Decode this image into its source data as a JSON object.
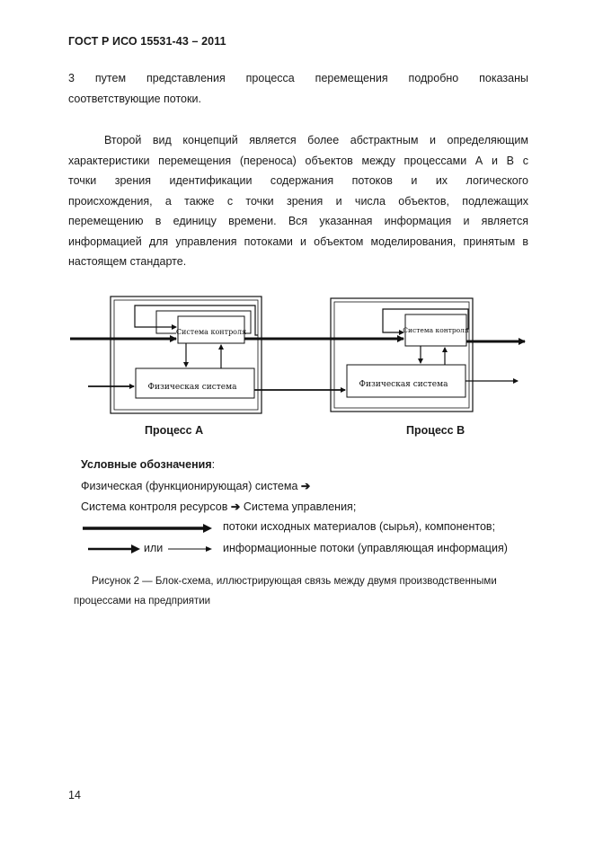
{
  "header": {
    "title": "ГОСТ Р ИСО 15531-43 – 2011"
  },
  "paragraph1": {
    "lines": [
      "3   путем   представления   процесса   перемещения   подробно   показаны",
      "соответствующие потоки."
    ]
  },
  "paragraph2": {
    "lines": [
      "Второй вид концепций является более абстрактным и определяющим",
      "характеристики перемещения (переноса) объектов между процессами А и В с",
      "точки зрения идентификации содержания потоков и их логического",
      "происхождения, а также с точки зрения и числа объектов, подлежащих",
      "перемещению в единицу времени. Вся указанная информация и является",
      "информацией для управления потоками и объектом моделирования, принятым в",
      "настоящем стандарте."
    ]
  },
  "diagram": {
    "process_a": {
      "control_label": "Система контроля",
      "physical_label": "Физическая система",
      "caption": "Процесс А"
    },
    "process_b": {
      "control_label": "Система контроля",
      "physical_label": "Физическая система",
      "caption": "Процесс В"
    }
  },
  "legend": {
    "title": "Условные обозначения",
    "colon": ":",
    "line1": "Физическая (функционирующая) система",
    "line2_a": "Система контроля ресурсов",
    "line2_b": "Система управления;",
    "line3": "потоки исходных материалов (сырья), компонентов;",
    "line4_or": "или",
    "line4": "информационные потоки (управляющая информация)"
  },
  "caption": {
    "line1": "Рисунок 2  —  Блок-схема, иллюстрирующая связь между двумя производственными",
    "line2": "процессами на предприятии"
  },
  "page_number": "14"
}
